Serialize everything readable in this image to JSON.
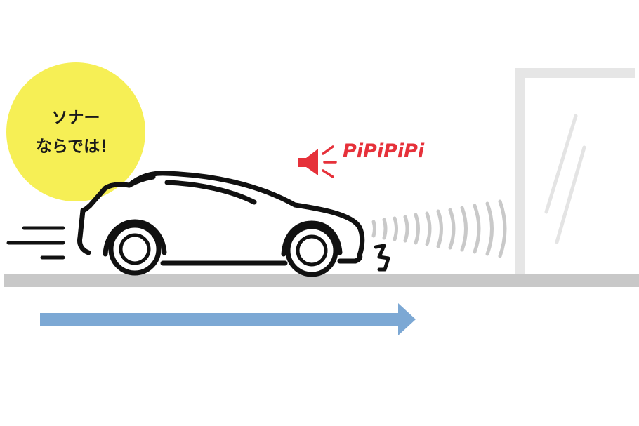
{
  "bubble": {
    "line1": "ソナー",
    "line2": "ならでは！"
  },
  "sound": {
    "text": "PiPiPiPi"
  },
  "colors": {
    "bubble": "#f6ef55",
    "ground": "#c8c8c8",
    "car_outline": "#111111",
    "speaker": "#e6313a",
    "sonar_waves": "#c9c9c9",
    "wall": "#e6e6e6",
    "arrow": "#7ca8d4"
  }
}
